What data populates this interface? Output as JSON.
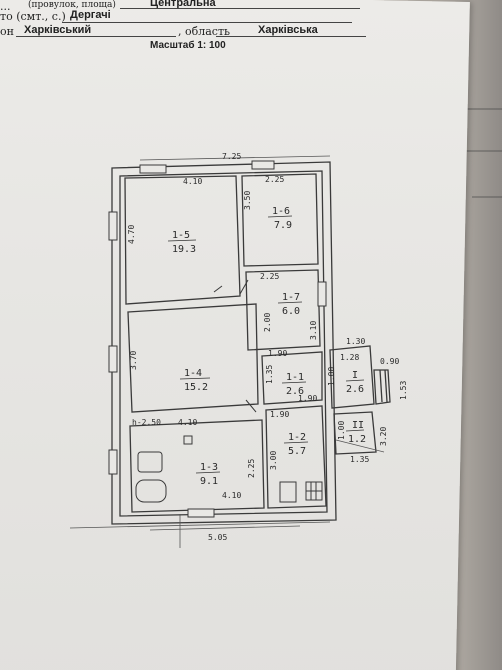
{
  "header": {
    "row1_a": "...",
    "row1_b": "(провулок, площа)",
    "row1_c": "Центральна",
    "row2_a": "то (смт., с.)",
    "row2_b": "Дергачі",
    "row3_a": "он",
    "row3_b": "Харківський",
    "row3_c": ", область",
    "row3_d": "Харківська",
    "scale": "Масштаб 1: 100"
  },
  "plan": {
    "overall_top": "7.25",
    "overall_bottom": "5.05",
    "rooms": [
      {
        "id": "1-5",
        "area": "19.3"
      },
      {
        "id": "1-6",
        "area": "7.9"
      },
      {
        "id": "1-7",
        "area": "6.0"
      },
      {
        "id": "1-4",
        "area": "15.2"
      },
      {
        "id": "1-1",
        "area": "2.6"
      },
      {
        "id": "1-2",
        "area": "5.7"
      },
      {
        "id": "1-3",
        "area": "9.1"
      },
      {
        "id": "I",
        "area": "2.6"
      },
      {
        "id": "II",
        "area": "1.2"
      }
    ],
    "dims": {
      "d_410_top": "4.10",
      "d_225_top": "2.25",
      "d_470": "4.70",
      "d_350": "3.50",
      "d_225_mid": "2.25",
      "d_200": "2.00",
      "d_310": "3.10",
      "d_370": "3.70",
      "d_190a": "1.90",
      "d_135": "1.35",
      "d_190b": "1.90",
      "d_190c": "1.90",
      "d_h250": "h-2.50",
      "d_410_mid": "4.10",
      "d_300": "3.00",
      "d_225_low": "2.25",
      "d_410_bot": "4.10",
      "d_130": "1.30",
      "d_128": "1.28",
      "d_090": "0.90",
      "d_100a": "1.00",
      "d_153": "1.53",
      "d_100b": "1.00",
      "d_320": "3.20",
      "d_135b": "1.35"
    }
  }
}
